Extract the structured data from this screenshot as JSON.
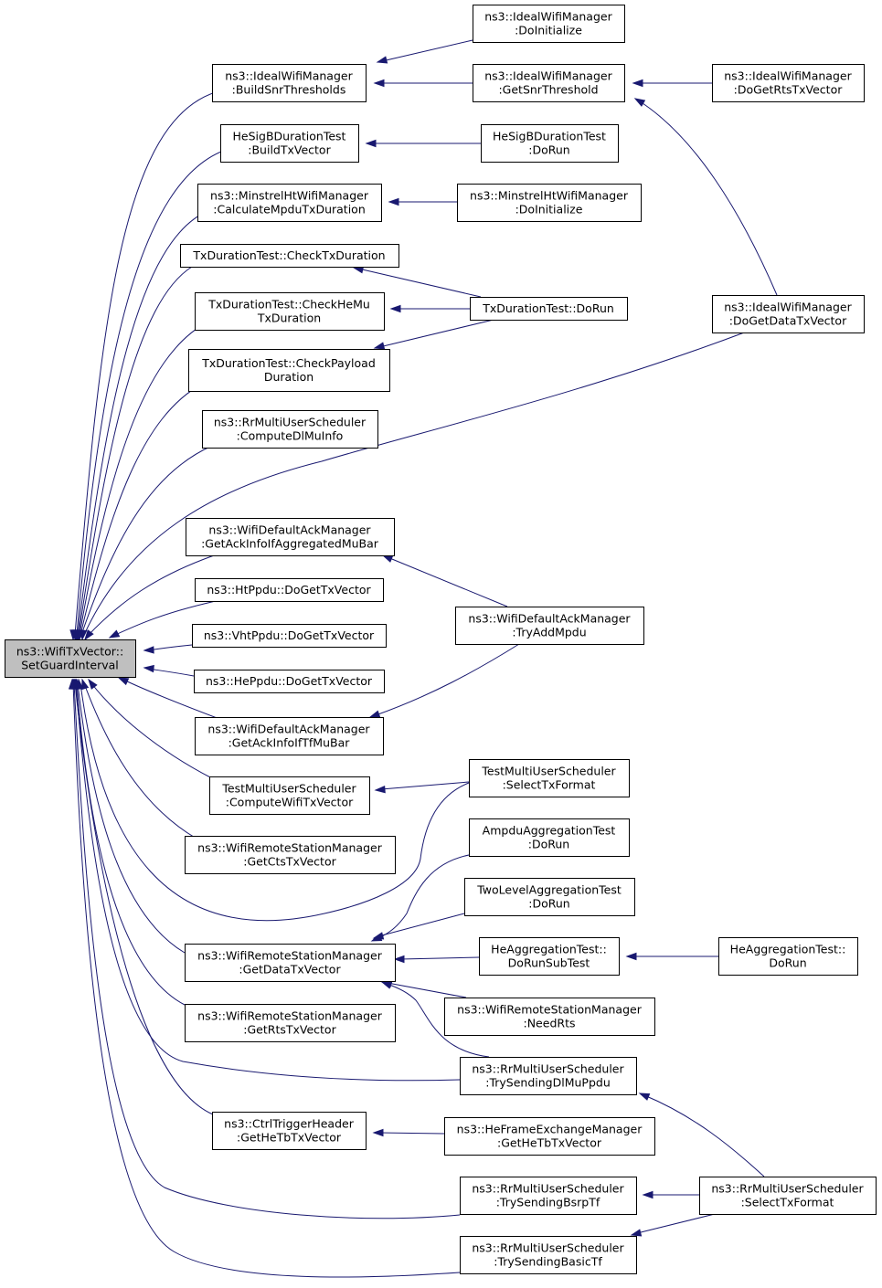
{
  "diagram": {
    "root_id": "root",
    "colors": {
      "edge": "#191970",
      "root_fill": "#bfbfbf",
      "node_fill": "#ffffff",
      "border": "#000000"
    },
    "nodes": [
      {
        "id": "root",
        "lines": [
          "ns3::WifiTxVector::",
          "SetGuardInterval"
        ]
      },
      {
        "id": "bst",
        "lines": [
          "ns3::IdealWifiManager",
          ":BuildSnrThresholds"
        ]
      },
      {
        "id": "hsb",
        "lines": [
          "HeSigBDurationTest",
          ":BuildTxVector"
        ]
      },
      {
        "id": "mcm",
        "lines": [
          "ns3::MinstrelHtWifiManager",
          ":CalculateMpduTxDuration"
        ]
      },
      {
        "id": "ctd",
        "lines": [
          "TxDurationTest::CheckTxDuration"
        ]
      },
      {
        "id": "chm",
        "lines": [
          "TxDurationTest::CheckHeMu",
          "TxDuration"
        ]
      },
      {
        "id": "cpd",
        "lines": [
          "TxDurationTest::CheckPayload",
          "Duration"
        ]
      },
      {
        "id": "cdm",
        "lines": [
          "ns3::RrMultiUserScheduler",
          ":ComputeDlMuInfo"
        ]
      },
      {
        "id": "gam",
        "lines": [
          "ns3::WifiDefaultAckManager",
          ":GetAckInfoIfAggregatedMuBar"
        ]
      },
      {
        "id": "htp",
        "lines": [
          "ns3::HtPpdu::DoGetTxVector"
        ]
      },
      {
        "id": "vht",
        "lines": [
          "ns3::VhtPpdu::DoGetTxVector"
        ]
      },
      {
        "id": "hep",
        "lines": [
          "ns3::HePpdu::DoGetTxVector"
        ]
      },
      {
        "id": "gat",
        "lines": [
          "ns3::WifiDefaultAckManager",
          ":GetAckInfoIfTfMuBar"
        ]
      },
      {
        "id": "cwt",
        "lines": [
          "TestMultiUserScheduler",
          ":ComputeWifiTxVector"
        ]
      },
      {
        "id": "gct",
        "lines": [
          "ns3::WifiRemoteStationManager",
          ":GetCtsTxVector"
        ]
      },
      {
        "id": "gdt",
        "lines": [
          "ns3::WifiRemoteStationManager",
          ":GetDataTxVector"
        ]
      },
      {
        "id": "grt",
        "lines": [
          "ns3::WifiRemoteStationManager",
          ":GetRtsTxVector"
        ]
      },
      {
        "id": "ghtb",
        "lines": [
          "ns3::CtrlTriggerHeader",
          ":GetHeTbTxVector"
        ]
      },
      {
        "id": "idi",
        "lines": [
          "ns3::IdealWifiManager",
          ":DoInitialize"
        ]
      },
      {
        "id": "gst",
        "lines": [
          "ns3::IdealWifiManager",
          ":GetSnrThreshold"
        ]
      },
      {
        "id": "hsr",
        "lines": [
          "HeSigBDurationTest",
          ":DoRun"
        ]
      },
      {
        "id": "mdi",
        "lines": [
          "ns3::MinstrelHtWifiManager",
          ":DoInitialize"
        ]
      },
      {
        "id": "tdr",
        "lines": [
          "TxDurationTest::DoRun"
        ]
      },
      {
        "id": "tam",
        "lines": [
          "ns3::WifiDefaultAckManager",
          ":TryAddMpdu"
        ]
      },
      {
        "id": "stf",
        "lines": [
          "TestMultiUserScheduler",
          ":SelectTxFormat"
        ]
      },
      {
        "id": "aat",
        "lines": [
          "AmpduAggregationTest",
          ":DoRun"
        ]
      },
      {
        "id": "tla",
        "lines": [
          "TwoLevelAggregationTest",
          ":DoRun"
        ]
      },
      {
        "id": "hds",
        "lines": [
          "HeAggregationTest::",
          "DoRunSubTest"
        ]
      },
      {
        "id": "nrt",
        "lines": [
          "ns3::WifiRemoteStationManager",
          ":NeedRts"
        ]
      },
      {
        "id": "tsd",
        "lines": [
          "ns3::RrMultiUserScheduler",
          ":TrySendingDlMuPpdu"
        ]
      },
      {
        "id": "hfe",
        "lines": [
          "ns3::HeFrameExchangeManager",
          ":GetHeTbTxVector"
        ]
      },
      {
        "id": "tsb",
        "lines": [
          "ns3::RrMultiUserScheduler",
          ":TrySendingBsrpTf"
        ]
      },
      {
        "id": "tsbt",
        "lines": [
          "ns3::RrMultiUserScheduler",
          ":TrySendingBasicTf"
        ]
      },
      {
        "id": "grts",
        "lines": [
          "ns3::IdealWifiManager",
          ":DoGetRtsTxVector"
        ]
      },
      {
        "id": "gdtv",
        "lines": [
          "ns3::IdealWifiManager",
          ":DoGetDataTxVector"
        ]
      },
      {
        "id": "har",
        "lines": [
          "HeAggregationTest::",
          "DoRun"
        ]
      },
      {
        "id": "rsf",
        "lines": [
          "ns3::RrMultiUserScheduler",
          ":SelectTxFormat"
        ]
      }
    ],
    "edges": [
      {
        "from": "bst",
        "to": "root"
      },
      {
        "from": "hsb",
        "to": "root"
      },
      {
        "from": "mcm",
        "to": "root"
      },
      {
        "from": "ctd",
        "to": "root"
      },
      {
        "from": "chm",
        "to": "root"
      },
      {
        "from": "cpd",
        "to": "root"
      },
      {
        "from": "cdm",
        "to": "root"
      },
      {
        "from": "gdtv",
        "to": "root"
      },
      {
        "from": "gam",
        "to": "root"
      },
      {
        "from": "htp",
        "to": "root"
      },
      {
        "from": "vht",
        "to": "root"
      },
      {
        "from": "hep",
        "to": "root"
      },
      {
        "from": "gat",
        "to": "root"
      },
      {
        "from": "cwt",
        "to": "root"
      },
      {
        "from": "gct",
        "to": "root"
      },
      {
        "from": "stf",
        "to": "root"
      },
      {
        "from": "gdt",
        "to": "root"
      },
      {
        "from": "grt",
        "to": "root"
      },
      {
        "from": "tsd",
        "to": "root"
      },
      {
        "from": "ghtb",
        "to": "root"
      },
      {
        "from": "tsb",
        "to": "root"
      },
      {
        "from": "tsbt",
        "to": "root"
      },
      {
        "from": "idi",
        "to": "bst"
      },
      {
        "from": "gst",
        "to": "bst"
      },
      {
        "from": "grts",
        "to": "gst"
      },
      {
        "from": "gdtv",
        "to": "gst"
      },
      {
        "from": "hsr",
        "to": "hsb"
      },
      {
        "from": "mdi",
        "to": "mcm"
      },
      {
        "from": "tdr",
        "to": "ctd"
      },
      {
        "from": "tdr",
        "to": "chm"
      },
      {
        "from": "tdr",
        "to": "cpd"
      },
      {
        "from": "tam",
        "to": "gam"
      },
      {
        "from": "tam",
        "to": "gat"
      },
      {
        "from": "stf",
        "to": "cwt"
      },
      {
        "from": "aat",
        "to": "gdt"
      },
      {
        "from": "tla",
        "to": "gdt"
      },
      {
        "from": "hds",
        "to": "gdt"
      },
      {
        "from": "nrt",
        "to": "gdt"
      },
      {
        "from": "tsd",
        "to": "gdt"
      },
      {
        "from": "har",
        "to": "hds"
      },
      {
        "from": "hfe",
        "to": "ghtb"
      },
      {
        "from": "rsf",
        "to": "tsd"
      },
      {
        "from": "rsf",
        "to": "tsb"
      },
      {
        "from": "rsf",
        "to": "tsbt"
      }
    ]
  }
}
